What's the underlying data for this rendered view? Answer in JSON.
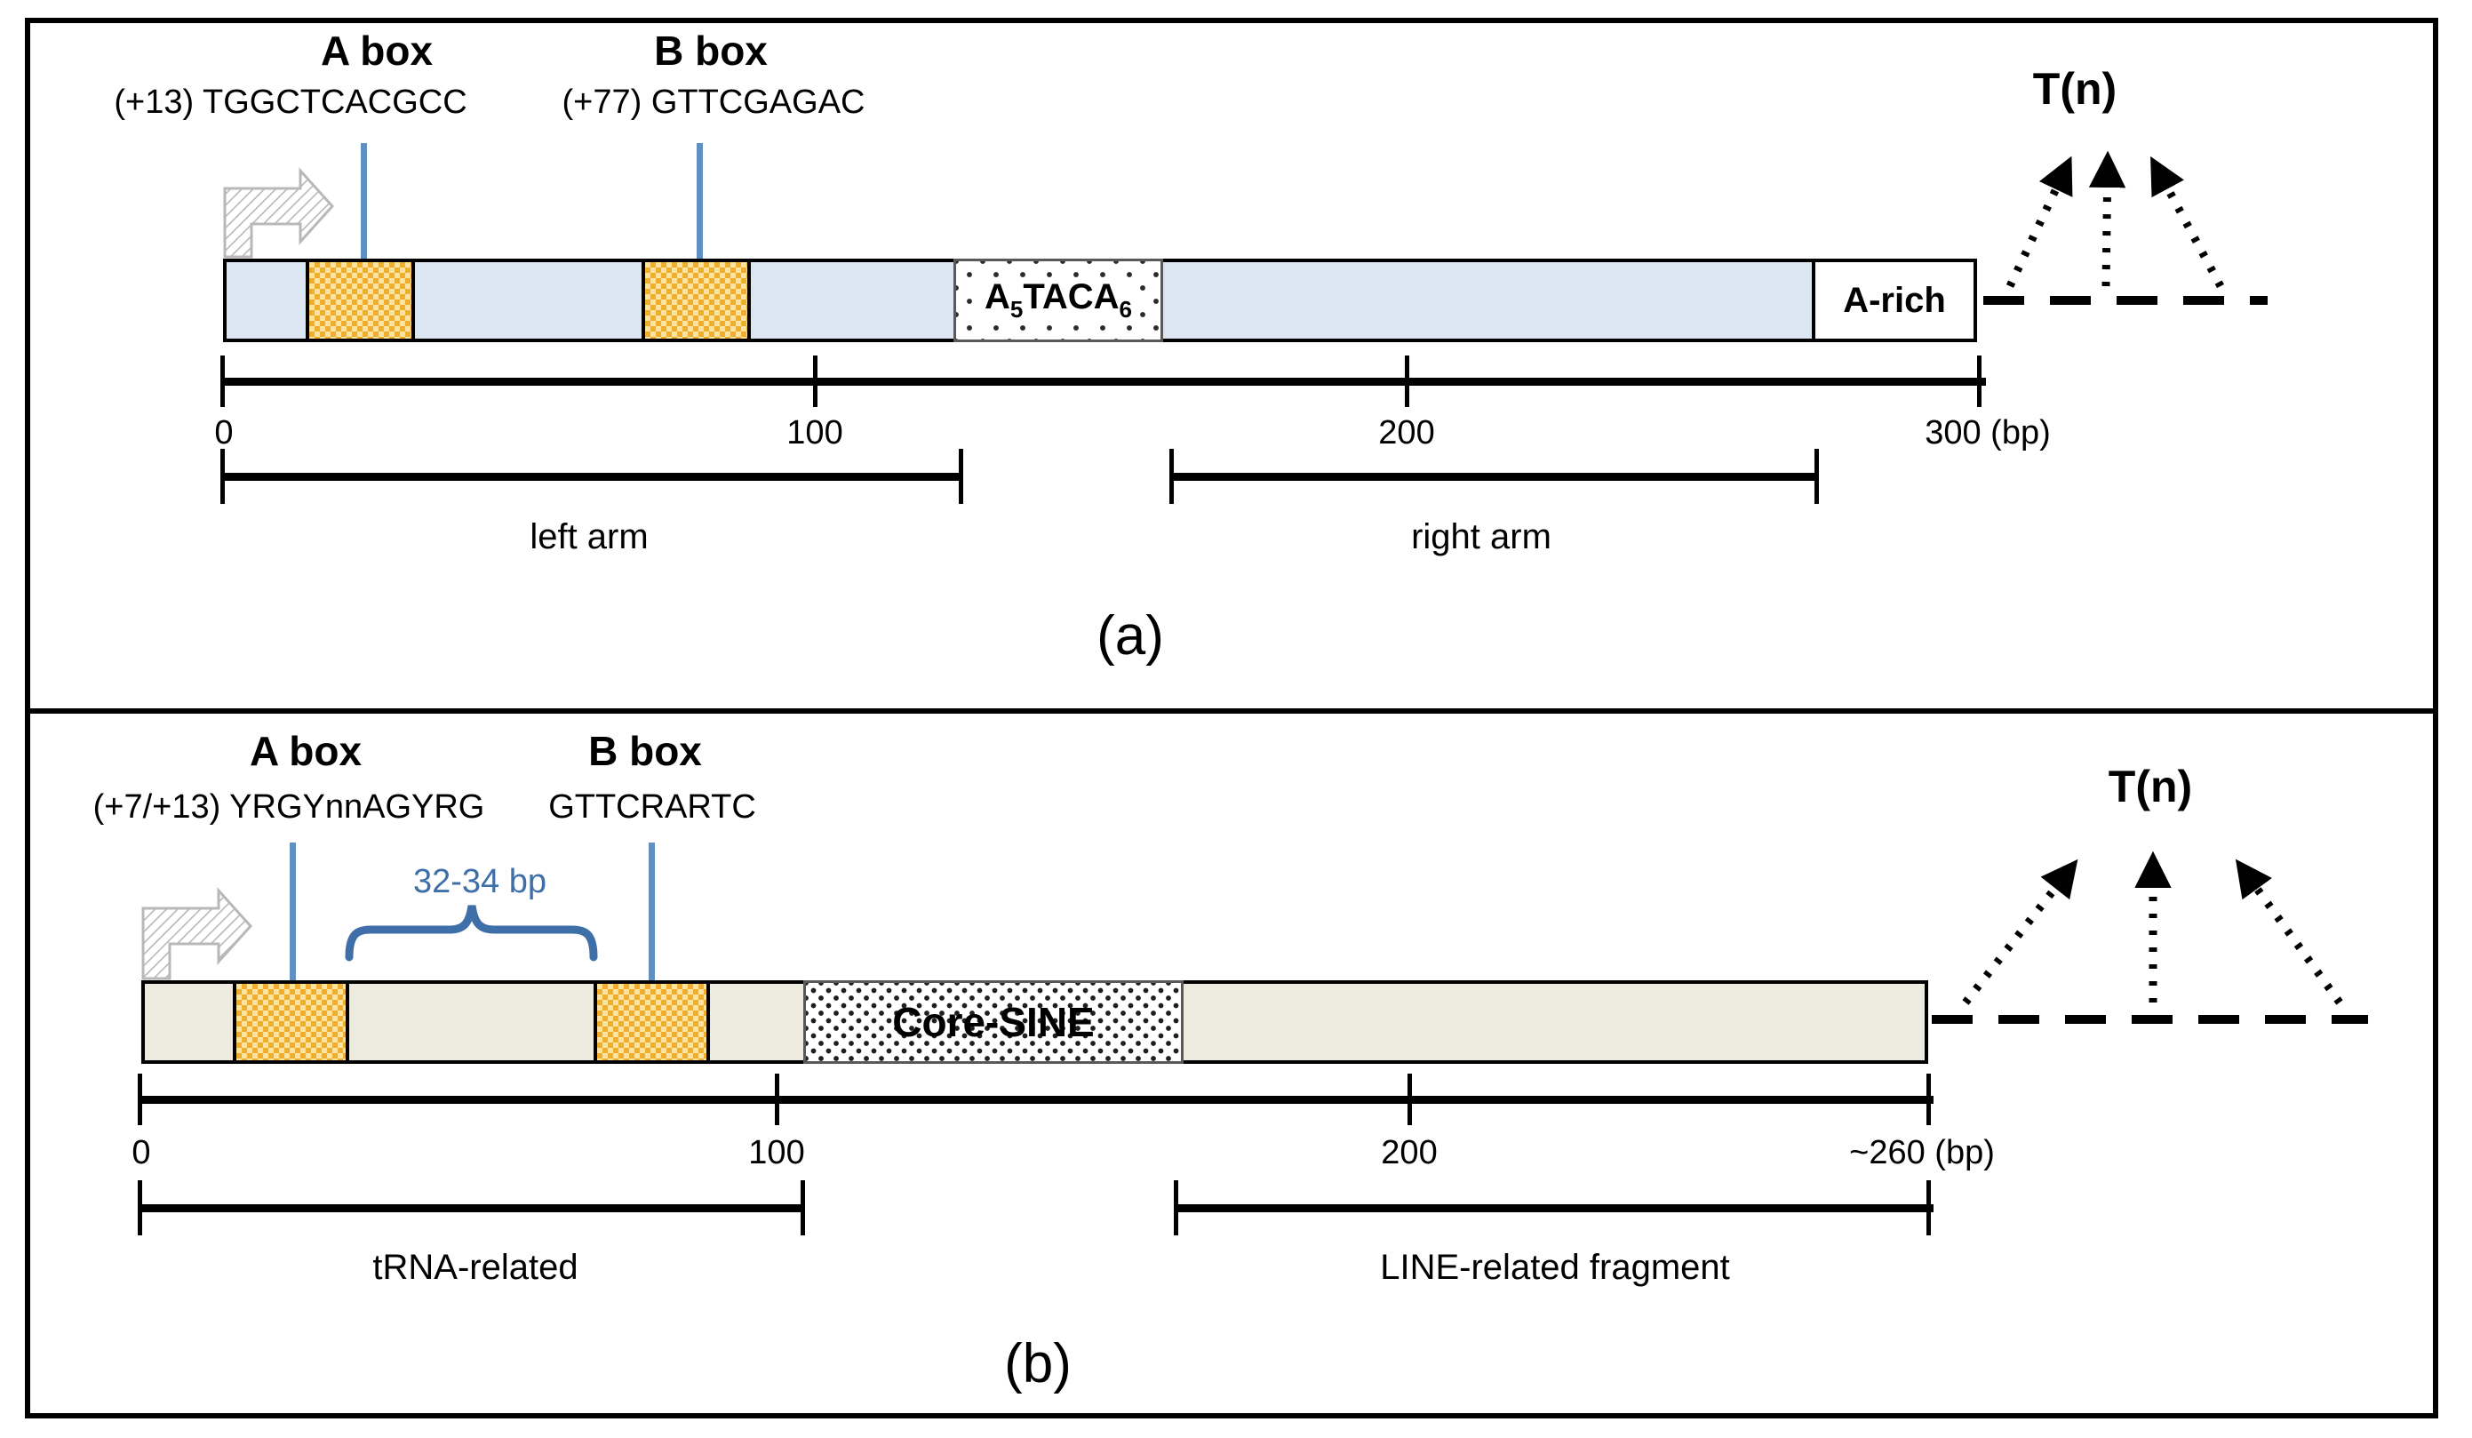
{
  "colors": {
    "bar_a_fill": "#dce6f2",
    "bar_b_fill": "#edebe0",
    "box_yellow": "#efae2e",
    "box_yellow_light": "#fce3a0",
    "pointer_blue": "#6090c2",
    "brace_blue": "#3f6fa8",
    "arrow_gray": "#b8b8b8"
  },
  "panel_a": {
    "panel_label": "(a)",
    "a_box_title": "A box",
    "a_box_sequence": "(+13) TGGCTCACGCC",
    "b_box_title": "B box",
    "b_box_sequence": "(+77) GTTCGAGAC",
    "central_motif": {
      "base1": "A",
      "sub1": "5",
      "base2": "TACA",
      "sub2": "6"
    },
    "a_rich_label": "A-rich",
    "tail_label": "T(n)",
    "scale": {
      "tick0": "0",
      "tick100": "100",
      "tick200": "200",
      "tick_end": "300 (bp)"
    },
    "left_arm_label": "left arm",
    "right_arm_label": "right arm"
  },
  "panel_b": {
    "panel_label": "(b)",
    "a_box_title": "A box",
    "a_box_sequence": "(+7/+13) YRGYnnAGYRG",
    "b_box_title": "B box",
    "b_box_sequence": "GTTCRARTC",
    "spacer_label": "32-34 bp",
    "core_sine_label": "Core-SINE",
    "tail_label": "T(n)",
    "scale": {
      "tick0": "0",
      "tick100": "100",
      "tick200": "200",
      "tick_end": "~260 (bp)"
    },
    "trna_label": "tRNA-related",
    "line_label": "LINE-related fragment"
  }
}
